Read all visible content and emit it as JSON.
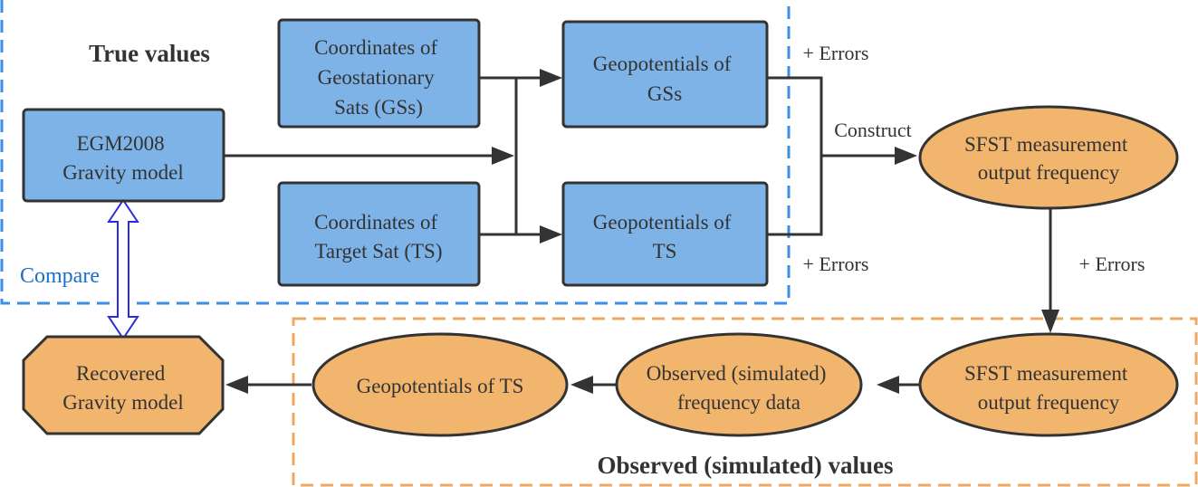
{
  "diagram": {
    "groups": {
      "true_values": {
        "title": "True values",
        "color": "#3c8ee6"
      },
      "observed_values": {
        "title": "Observed (simulated) values",
        "color": "#f0a860"
      }
    },
    "nodes": {
      "coords_gs": {
        "lines": [
          "Coordinates of",
          "Geostationary",
          "Sats (GSs)"
        ]
      },
      "egm2008": {
        "lines": [
          "EGM2008",
          "Gravity model"
        ]
      },
      "coords_ts": {
        "lines": [
          "Coordinates of",
          "Target Sat (TS)"
        ]
      },
      "geopot_gs": {
        "lines": [
          "Geopotentials of",
          "GSs"
        ]
      },
      "geopot_ts": {
        "lines": [
          "Geopotentials of",
          "TS"
        ]
      },
      "sfst_true": {
        "lines": [
          "SFST measurement",
          "output frequency"
        ]
      },
      "sfst_obs": {
        "lines": [
          "SFST measurement",
          "output frequency"
        ]
      },
      "observed_freq": {
        "lines": [
          "Observed (simulated)",
          "frequency data"
        ]
      },
      "geopot_ts_obs": {
        "lines": [
          "Geopotentials of TS"
        ]
      },
      "recovered": {
        "lines": [
          "Recovered",
          "Gravity model"
        ]
      }
    },
    "edge_labels": {
      "errors_gs": "+ Errors",
      "construct": "Construct",
      "errors_ts": "+ Errors",
      "errors_sfst": "+ Errors",
      "compare": "Compare"
    },
    "colors": {
      "box_fill": "#7eb3e7",
      "oval_fill": "#f1b56e",
      "stroke": "#333333",
      "compare_arrow": "#2b2bdc",
      "compare_text": "#1a6fc9"
    }
  }
}
